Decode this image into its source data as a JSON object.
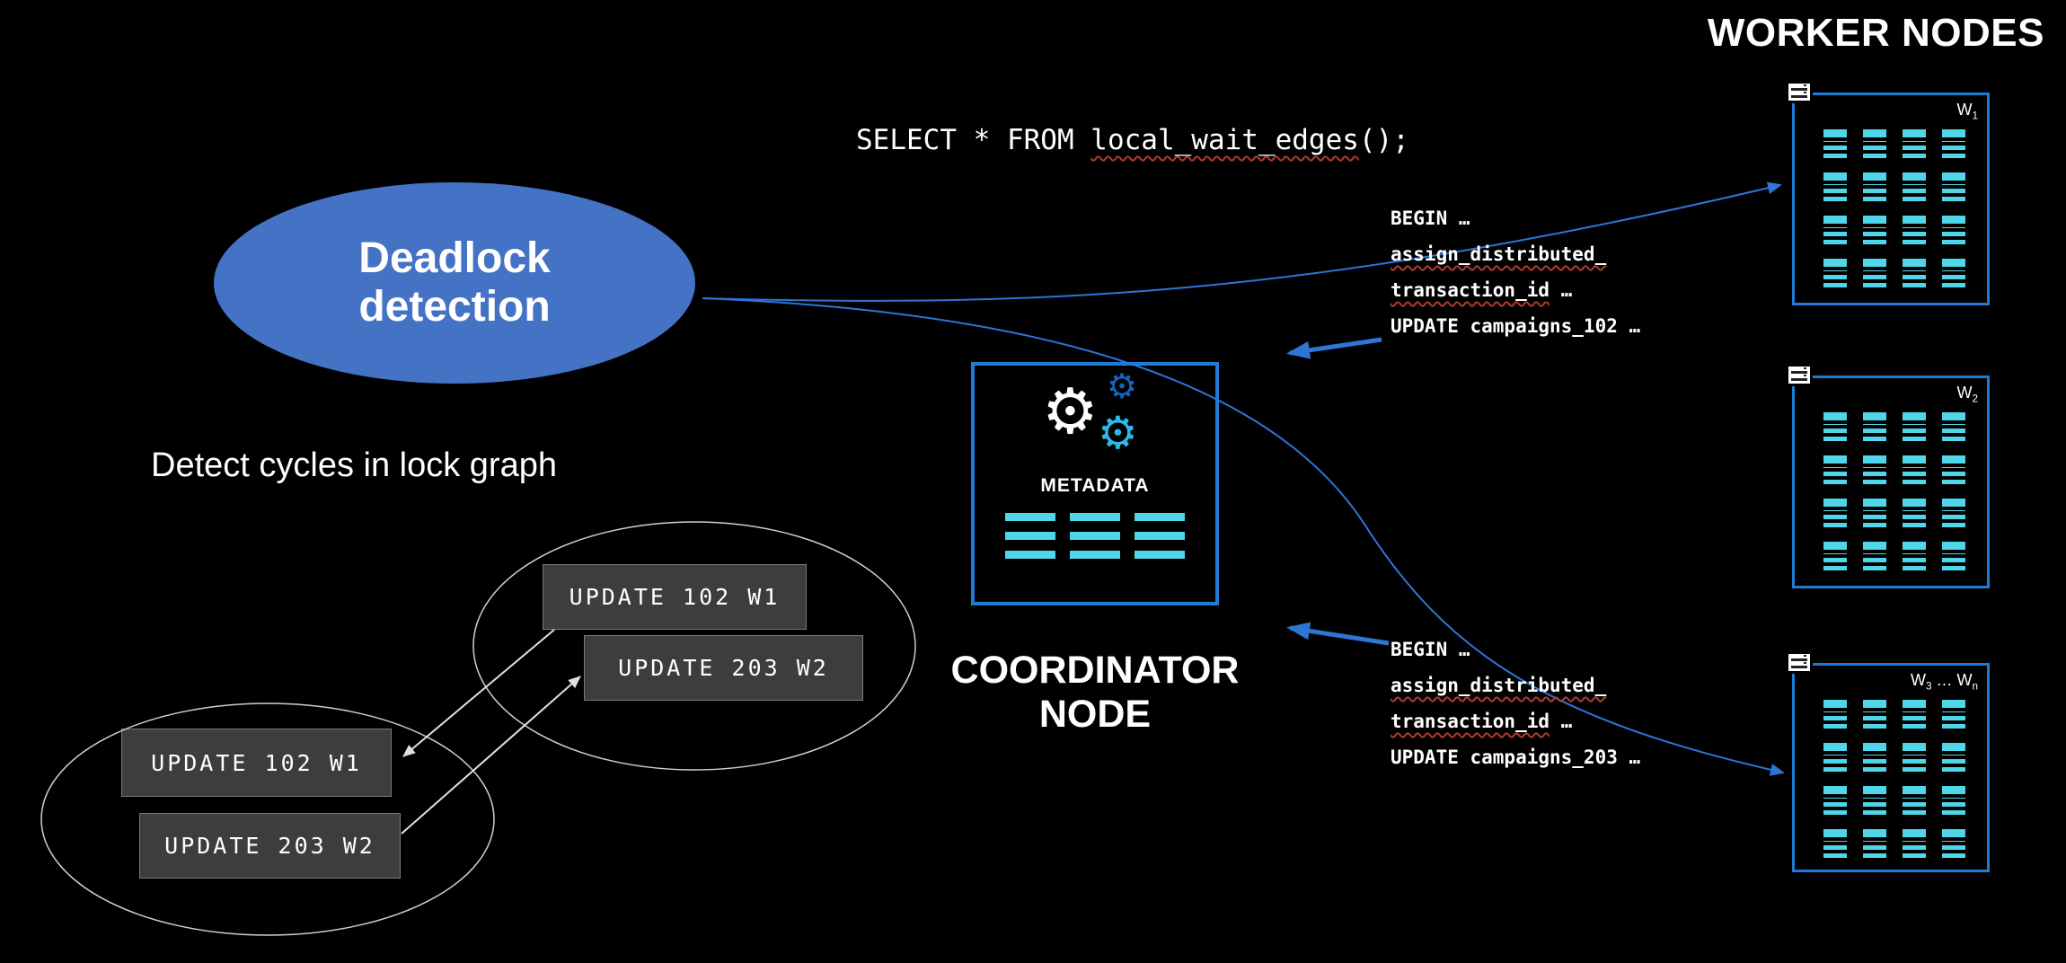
{
  "colors": {
    "background": "#000000",
    "accent": "#1f7cd6",
    "cyan": "#4fd6e8",
    "ellipse": "#4472c4",
    "arrow": "#2e75d6",
    "box_gray": "#3d3d3d",
    "underline": "#b03a2e",
    "white": "#ffffff"
  },
  "icons": {
    "gear": "⚙"
  },
  "worker_section": {
    "title": "WORKER NODES"
  },
  "deadlock": {
    "title": "Deadlock detection",
    "caption": "Detect cycles in lock graph"
  },
  "query": {
    "prefix": "SELECT * FROM ",
    "underlined": "local_wait_edges",
    "suffix": "();"
  },
  "coordinator": {
    "label": "COORDINATOR NODE",
    "metadata": "METADATA",
    "bar_count": 9
  },
  "workers": {
    "grid_count": 16,
    "nodes": [
      {
        "b1": "W",
        "s1": "1",
        "b2": "",
        "s2": ""
      },
      {
        "b1": "W",
        "s1": "2",
        "b2": "",
        "s2": ""
      },
      {
        "b1": "W",
        "s1": "3",
        "b2": " … W",
        "s2": "n"
      }
    ]
  },
  "lock_graph": {
    "top": [
      "UPDATE 102 W1",
      "UPDATE 203 W2"
    ],
    "bottom": [
      "UPDATE 102 W1",
      "UPDATE 203 W2"
    ]
  },
  "transactions": [
    {
      "l1": "BEGIN …",
      "l2": "assign_distributed_",
      "l3a": "transaction_id",
      "l3b": " …",
      "l4": "UPDATE campaigns_102 …"
    },
    {
      "l1": "BEGIN …",
      "l2": "assign_distributed_",
      "l3a": "transaction_id",
      "l3b": " …",
      "l4": "UPDATE campaigns_203 …"
    }
  ]
}
